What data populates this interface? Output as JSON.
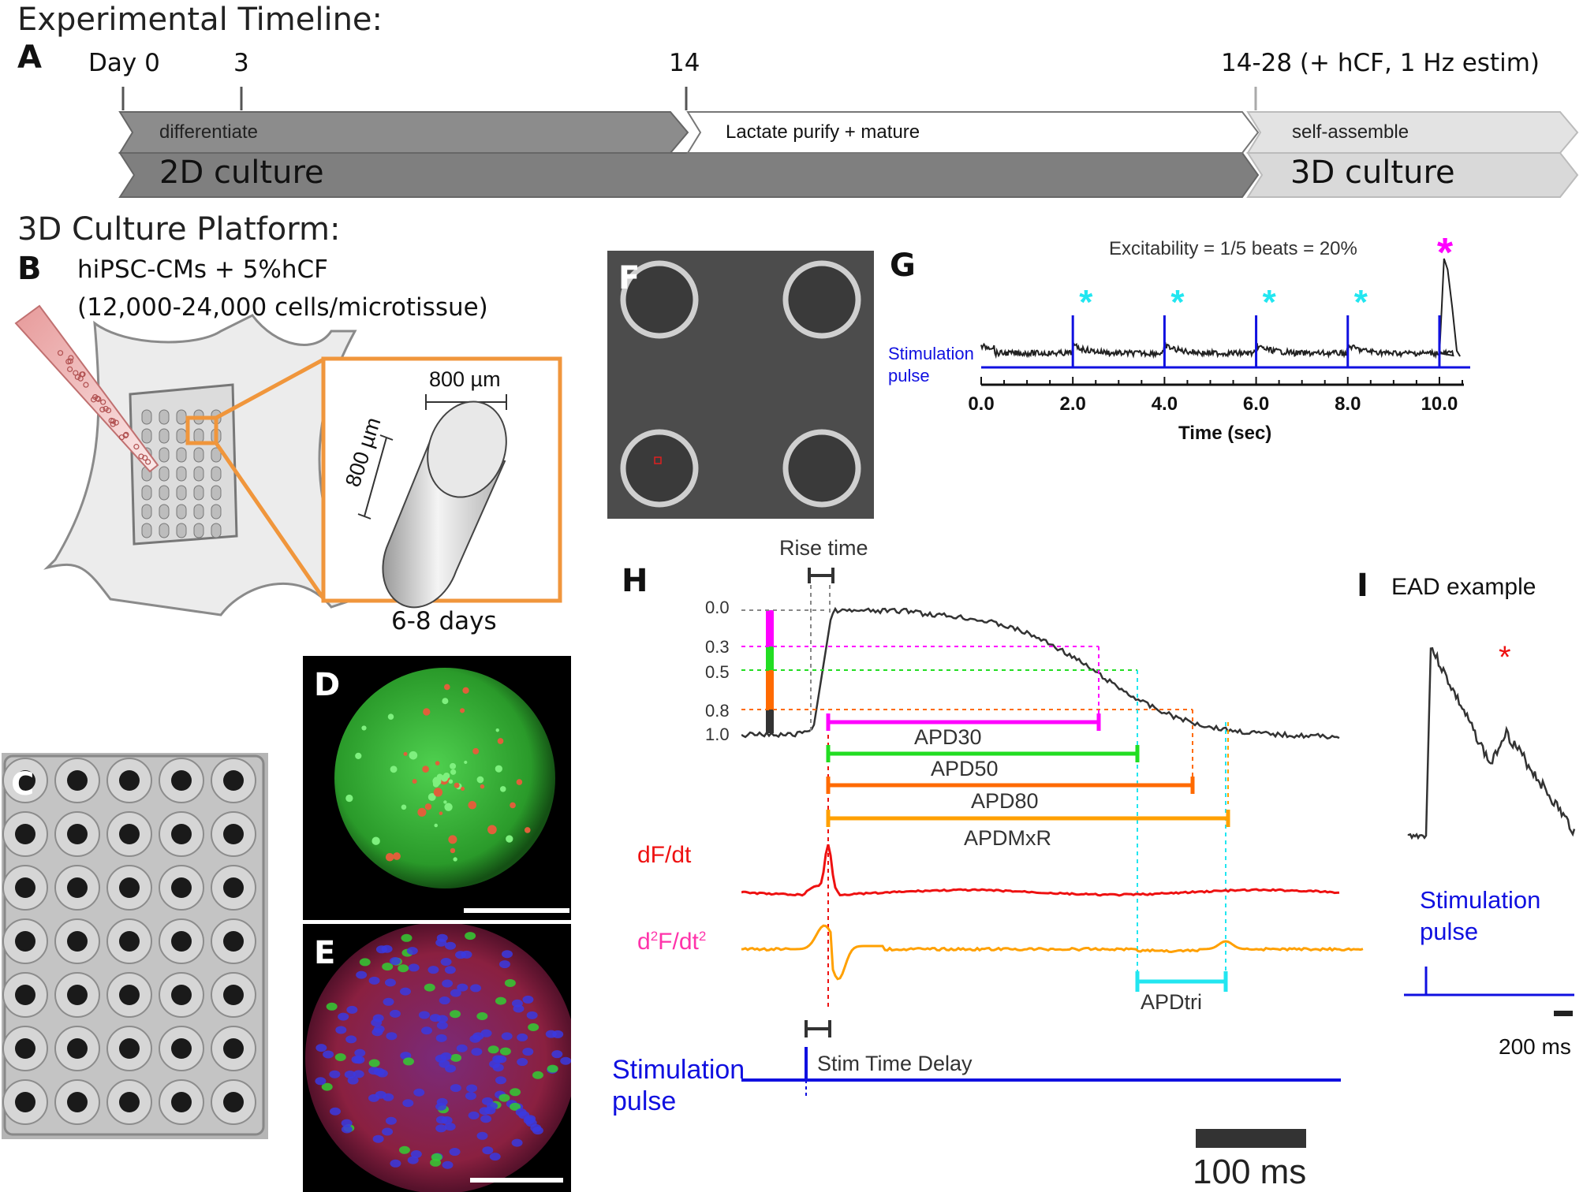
{
  "headers": {
    "timeline": "Experimental Timeline:",
    "platform": "3D Culture Platform:"
  },
  "panels": {
    "A": "A",
    "B": "B",
    "C": "C",
    "D": "D",
    "E": "E",
    "F": "F",
    "G": "G",
    "H": "H",
    "I": "I"
  },
  "timeline": {
    "ticks": [
      "Day 0",
      "3",
      "14",
      "14-28 (+ hCF, 1 Hz estim)"
    ],
    "stages": [
      "differentiate",
      "Lactate purify + mature",
      "self-assemble"
    ],
    "cultures": [
      "2D culture",
      "3D culture"
    ]
  },
  "panel_b": {
    "cells_line1": "hiPSC-CMs + 5%hCF",
    "cells_line2": "(12,000-24,000 cells/microtissue)",
    "width_label": "800 µm",
    "height_label": "800 µm",
    "duration": "6-8 days"
  },
  "panel_g": {
    "title": "Excitability = 1/5 beats = 20%",
    "stim_label_1": "Stimulation",
    "stim_label_2": "pulse",
    "axis_label": "Time (sec)",
    "star": "*"
  },
  "panel_h": {
    "rise_time": "Rise time",
    "levels": [
      "0.0",
      "0.3",
      "0.5",
      "0.8",
      "1.0"
    ],
    "apd_labels": [
      "APD30",
      "APD50",
      "APD80",
      "APDMxR"
    ],
    "dfdt": "dF/dt",
    "d2_main": "d",
    "d2_sup": "2",
    "d2_mid": "F/dt",
    "d2_sup2": "2",
    "apdtri": "APDtri",
    "stim_delay": "Stim Time Delay",
    "stim_label_1": "Stimulation",
    "stim_label_2": "pulse",
    "scale": "100 ms"
  },
  "panel_i": {
    "title": "EAD example",
    "stim_label_1": "Stimulation",
    "stim_label_2": "pulse",
    "scale": "200 ms",
    "star": "*"
  },
  "colors": {
    "magenta": "#ff00ff",
    "green": "#22dd22",
    "orange_dark": "#ff6a00",
    "orange": "#ffa000",
    "cyan": "#22e6f0",
    "blue": "#1010e0",
    "red": "#ee1111",
    "panel_orange": "#f0963c",
    "arrow_dark": "#8a8a8a",
    "arrow_light": "#d6d6d6"
  },
  "chart_data": {
    "type": "line",
    "title": "Excitability = 1/5 beats = 20%",
    "xlabel": "Time (sec)",
    "ylabel": "",
    "x_ticks": [
      0.0,
      2.0,
      4.0,
      6.0,
      8.0,
      10.0
    ],
    "xlim": [
      0,
      10.5
    ],
    "stimulation_pulses_sec": [
      2.0,
      4.0,
      6.0,
      8.0,
      10.0
    ],
    "captured_beats": 1,
    "total_pulses": 5
  }
}
